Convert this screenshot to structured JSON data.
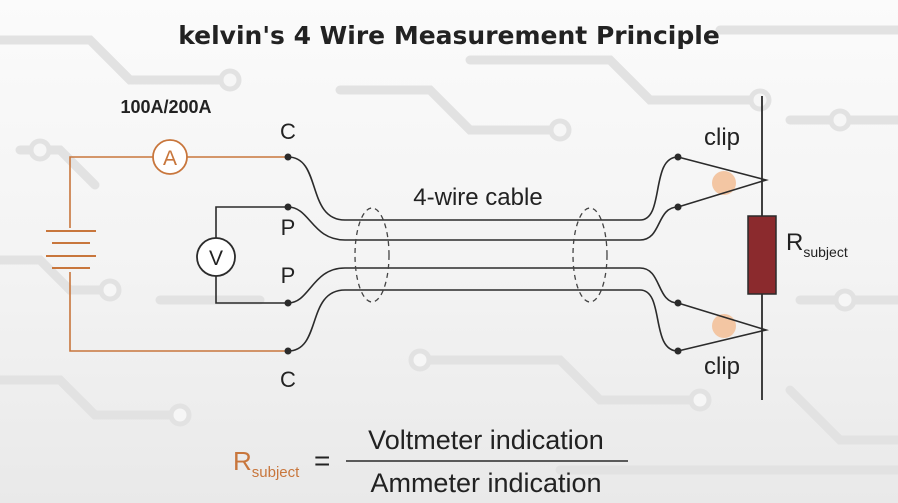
{
  "title": "kelvin's 4 Wire Measurement Principle",
  "ammeter": {
    "rating": "100A/200A",
    "symbol": "A"
  },
  "voltmeter": {
    "symbol": "V"
  },
  "terminals": {
    "c_top": "C",
    "p_top": "P",
    "p_bottom": "P",
    "c_bottom": "C"
  },
  "cable_label": "4-wire cable",
  "clip_top": "clip",
  "clip_bottom": "clip",
  "resistor": {
    "main": "R",
    "sub": "subject"
  },
  "formula": {
    "lhs_main": "R",
    "lhs_sub": "subject",
    "equals": "=",
    "numerator": "Voltmeter indication",
    "denominator": "Ammeter indication"
  },
  "colors": {
    "accent_orange": "#c8763c",
    "resistor_fill": "#8b2a2d",
    "clip_dot": "#f3c6a3",
    "wire": "#2b2b2b"
  }
}
